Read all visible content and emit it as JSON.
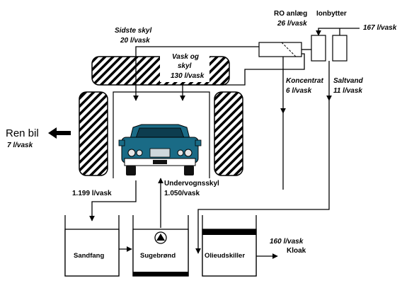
{
  "labels": {
    "ro_anlaeg": "RO anlæg",
    "ro_flow": "26 l/vask",
    "ionbytter": "Ionbytter",
    "inlet_flow": "167 l/vask",
    "sidste_skyl": "Sidste skyl",
    "sidste_skyl_flow": "20 l/vask",
    "vask_og_line1": "Vask og",
    "vask_og_line2": "skyl",
    "vask_og_flow": "130 l/vask",
    "koncentrat": "Koncentrat",
    "koncentrat_flow": "6 l/vask",
    "saltvand": "Saltvand",
    "saltvand_flow": "11 l/vask",
    "ren_bil": "Ren bil",
    "ren_bil_flow": "7 l/vask",
    "undervogns": "Undervognsskyl",
    "undervogns_flow": "1.050/vask",
    "flow_1199": "1.199 l/vask",
    "sandfang": "Sandfang",
    "sugebrond": "Sugebrønd",
    "olieudskiller": "Olieudskiller",
    "outlet_flow": "160 l/vask",
    "kloak": "Kloak"
  },
  "colors": {
    "car_body": "#1a6b86",
    "line": "#000000",
    "background": "#ffffff"
  }
}
